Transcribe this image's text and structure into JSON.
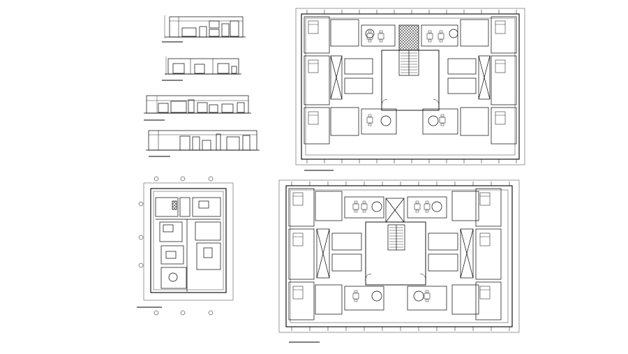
{
  "sheet": {
    "background": "#ffffff",
    "line_color": "#000000",
    "hatch_color": "#000000"
  },
  "drawings": [
    {
      "id": "elevation-1",
      "kind": "elevation",
      "caption": ""
    },
    {
      "id": "elevation-2",
      "kind": "elevation",
      "caption": ""
    },
    {
      "id": "section-1",
      "kind": "section",
      "caption": ""
    },
    {
      "id": "section-2",
      "kind": "section",
      "caption": ""
    },
    {
      "id": "unit-plan",
      "kind": "floor-plan",
      "caption": ""
    },
    {
      "id": "typical-floor-plan-upper",
      "kind": "floor-plan",
      "caption": ""
    },
    {
      "id": "typical-floor-plan-lower",
      "kind": "floor-plan",
      "caption": ""
    }
  ]
}
